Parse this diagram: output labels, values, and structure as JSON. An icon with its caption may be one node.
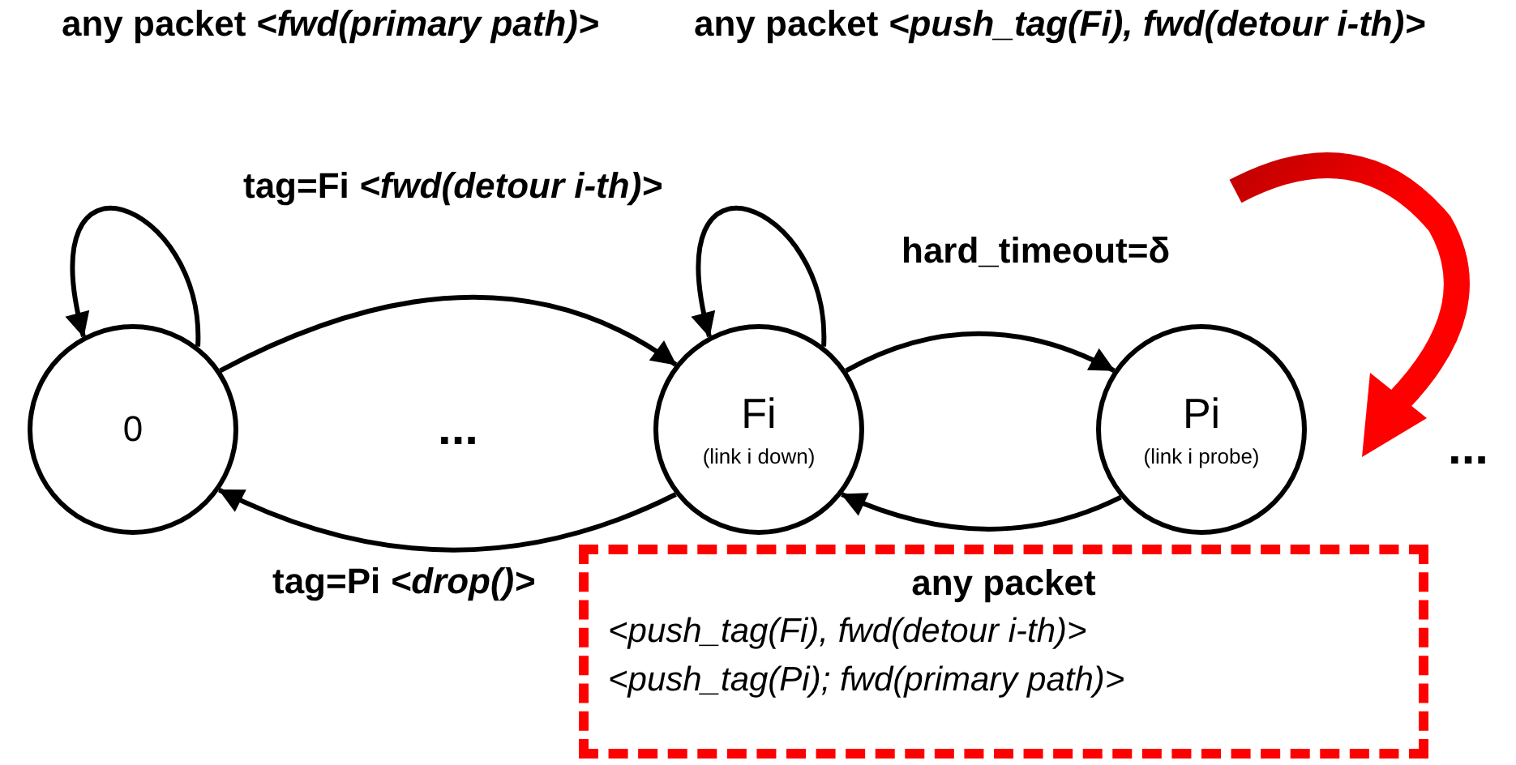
{
  "diagram": {
    "nodes": [
      {
        "text": [
          "0"
        ]
      },
      {
        "text": [
          "Fi",
          "(link i down)"
        ]
      },
      {
        "text": [
          "Pi",
          "(link i probe)"
        ]
      },
      {
        "text": [
          "any packet",
          "<push_tag(Fi), fwd(detour i-th)>",
          "<push_tag(Pi); fwd(primary path)>"
        ]
      }
    ],
    "edges": [
      {
        "from": 0,
        "to": 0,
        "arrow": "to",
        "label": "any packet *<fwd(primary path)>*"
      },
      {
        "from": 0,
        "to": 1,
        "arrow": "to",
        "label": "tag=Fi *<fwd(detour i-th)>*"
      },
      {
        "from": 1,
        "to": 1,
        "arrow": "to",
        "label": "any packet *<push_tag(Fi), fwd(detour i-th)>*"
      },
      {
        "from": 1,
        "to": 2,
        "arrow": "to",
        "label": "hard_timeout=δ"
      },
      {
        "from": 2,
        "to": 1,
        "arrow": "to"
      },
      {
        "from": 1,
        "to": 0,
        "arrow": "to",
        "label": "tag=Pi *<drop()>*"
      }
    ],
    "labels": [
      "...",
      "..."
    ]
  }
}
